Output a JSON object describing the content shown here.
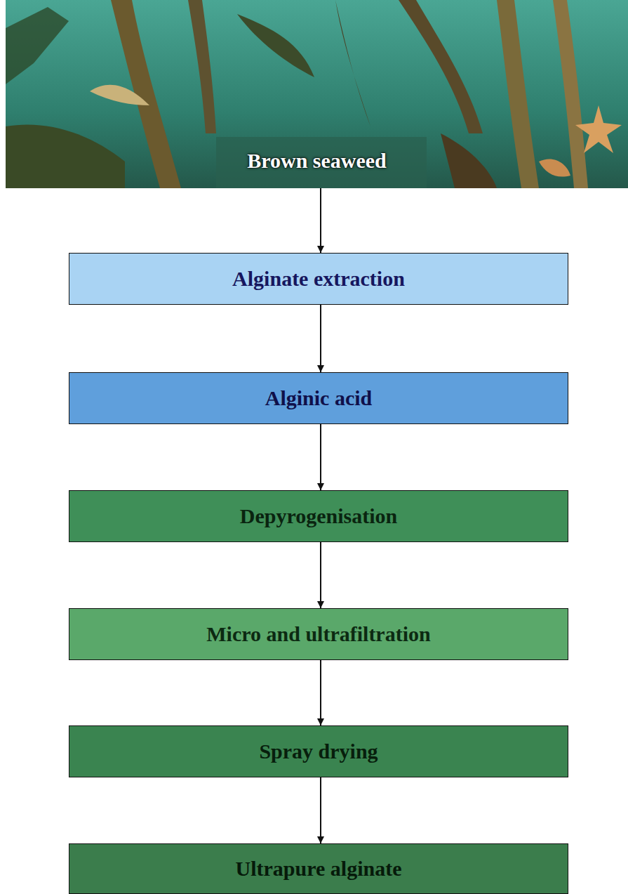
{
  "diagram": {
    "nodes": [
      {
        "text": [
          "Brown seaweed"
        ]
      },
      {
        "text": [
          "Alginate extraction"
        ]
      },
      {
        "text": [
          "Alginic acid"
        ]
      },
      {
        "text": [
          "Depyrogenisation"
        ]
      },
      {
        "text": [
          "Micro and ultrafiltration"
        ]
      },
      {
        "text": [
          "Spray drying"
        ]
      },
      {
        "text": [
          "Ultrapure alginate"
        ]
      }
    ],
    "edges": [
      {
        "from": 0,
        "to": 1,
        "arrow": "to"
      },
      {
        "from": 1,
        "to": 2,
        "arrow": "to"
      },
      {
        "from": 2,
        "to": 3,
        "arrow": "to"
      },
      {
        "from": 3,
        "to": 4,
        "arrow": "to"
      },
      {
        "from": 4,
        "to": 5,
        "arrow": "to"
      },
      {
        "from": 5,
        "to": 6,
        "arrow": "to"
      }
    ]
  }
}
